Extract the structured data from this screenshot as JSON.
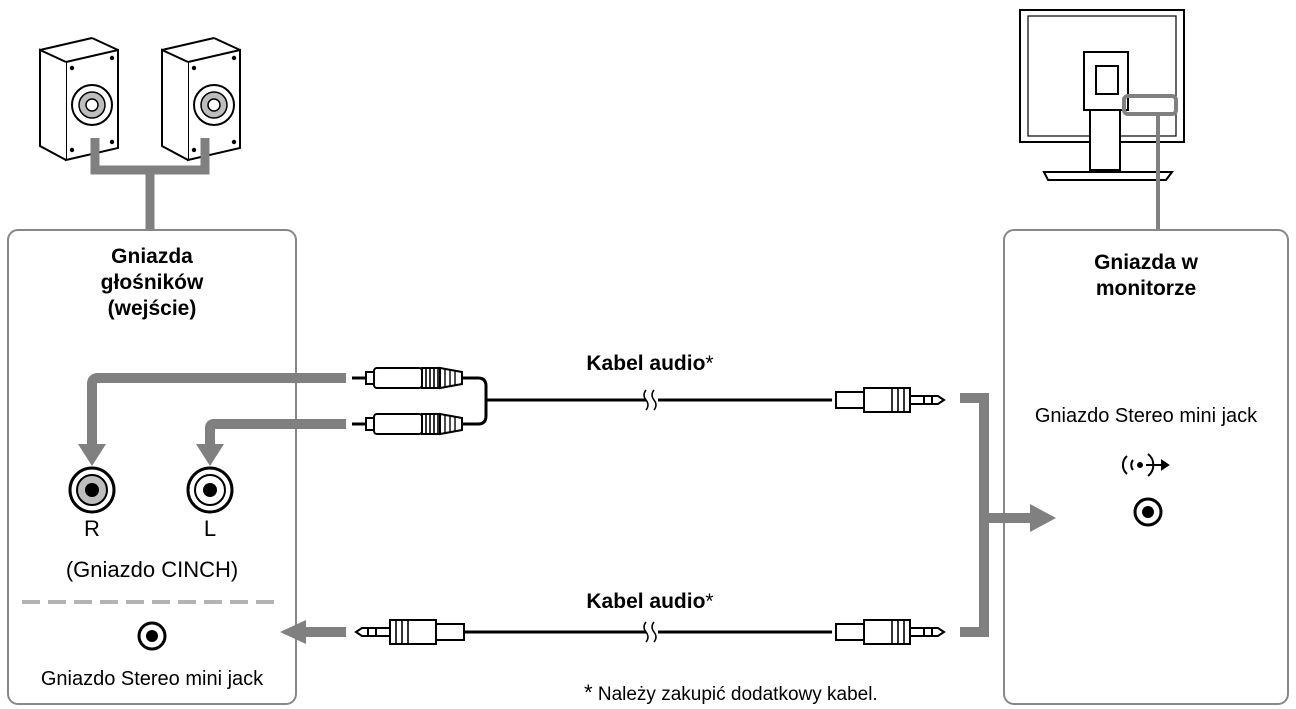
{
  "speaker_panel": {
    "title_lines": [
      "Gniazda",
      "głośników",
      "(wejście)"
    ],
    "jack_right_label": "R",
    "jack_left_label": "L",
    "cinch_caption": "(Gniazdo CINCH)",
    "minijack_caption": "Gniazdo Stereo mini jack"
  },
  "monitor_panel": {
    "title_lines": [
      "Gniazda w",
      "monitorze"
    ],
    "minijack_caption": "Gniazdo Stereo mini jack"
  },
  "cables": {
    "top_label": "Kabel audio",
    "bottom_label": "Kabel audio",
    "mark": "*"
  },
  "footnote": {
    "mark": "*",
    "text": "Należy zakupić dodatkowy kabel."
  },
  "icons": [
    "speaker-icon",
    "monitor-icon",
    "rca-plug-icon",
    "mini-jack-plug-icon",
    "audio-output-icon",
    "rca-socket-icon",
    "mini-jack-socket-icon",
    "flow-arrow-icon"
  ],
  "colors": {
    "connector_gray": "#808080",
    "cable_black": "#000000",
    "panel_border": "#888888",
    "dashed_divider": "#b3b3b3"
  }
}
